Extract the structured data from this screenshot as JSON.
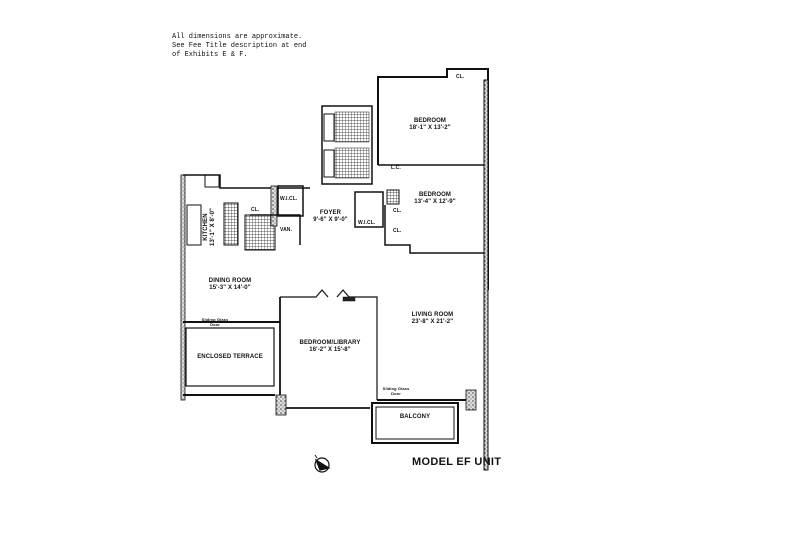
{
  "notes": {
    "line1": "All dimensions are approximate.",
    "line2": "See Fee Title description at end",
    "line3": "of Exhibits E & F."
  },
  "rooms": {
    "bedroom1": {
      "name": "BEDROOM",
      "dims": "18'-1\" X 13'-2\""
    },
    "bedroom2": {
      "name": "BEDROOM",
      "dims": "13'-4\" X 12'-9\""
    },
    "kitchen": {
      "name": "KITCHEN",
      "dims": "13'-1\" X 8'-0\""
    },
    "foyer": {
      "name": "FOYER",
      "dims": "9'-6\" X 9'-0\""
    },
    "dining": {
      "name": "DINING ROOM",
      "dims": "15'-3\" X 14'-0\""
    },
    "library": {
      "name": "BEDROOM/LIBRARY",
      "dims": "16'-2\" X 15'-8\""
    },
    "living": {
      "name": "LIVING ROOM",
      "dims": "23'-8\" X 21'-2\""
    },
    "terrace": {
      "name": "ENCLOSED TERRACE"
    },
    "balcony": {
      "name": "BALCONY"
    }
  },
  "closets": {
    "cl_top": "CL.",
    "lc": "L.C.",
    "wicl_right": "W.I.CL.",
    "cl_right1": "CL.",
    "cl_right2": "CL.",
    "wicl_left": "W.I.CL.",
    "cl_left": "CL.",
    "van": "VAN."
  },
  "doors": {
    "sliding1_a": "Sliding Glass",
    "sliding1_b": "Door",
    "sliding2_a": "Sliding Glass",
    "sliding2_b": "Door"
  },
  "model_title": "MODEL EF UNIT",
  "compass": {
    "label": "N"
  }
}
